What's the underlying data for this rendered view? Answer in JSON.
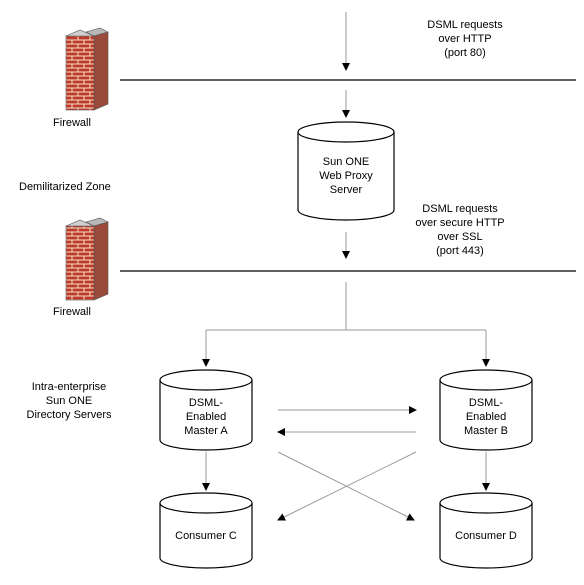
{
  "labels": {
    "internet_requests": [
      "DSML requests",
      "over HTTP",
      "(port 80)"
    ],
    "firewall_top": "Firewall",
    "dmz": "Demilitarized Zone",
    "proxy": [
      "Sun ONE",
      "Web Proxy",
      "Server"
    ],
    "secure_requests": [
      "DSML requests",
      "over secure HTTP",
      "over SSL",
      "(port 443)"
    ],
    "firewall_bottom": "Firewall",
    "intranet": [
      "Intra-enterprise",
      "Sun ONE",
      "Directory Servers"
    ],
    "master_a": [
      "DSML-",
      "Enabled",
      "Master A"
    ],
    "master_b": [
      "DSML-",
      "Enabled",
      "Master B"
    ],
    "consumer_c": "Consumer C",
    "consumer_d": "Consumer D"
  },
  "colors": {
    "brick": "#c0392b",
    "mortar": "#f2e4c8",
    "line": "#000000",
    "connector": "#9a9a9a"
  },
  "icons": {
    "firewall": "brick-wall-icon",
    "server": "database-cylinder-icon"
  }
}
